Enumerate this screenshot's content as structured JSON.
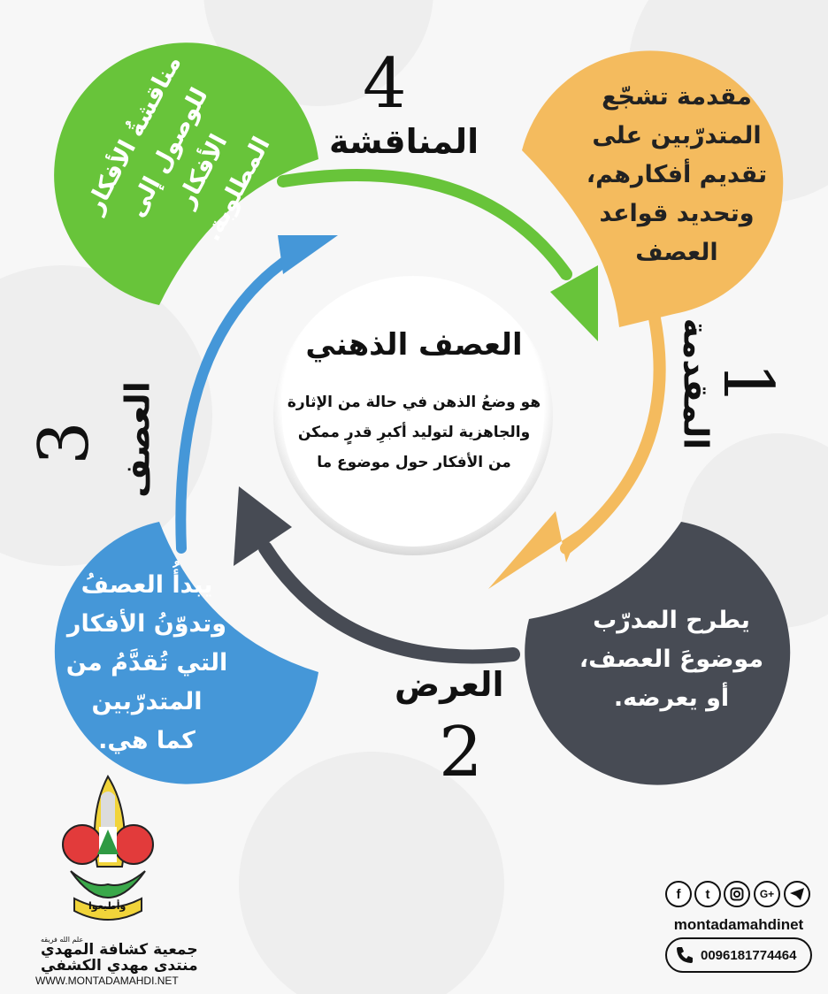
{
  "center": {
    "title": "العصف الذهني",
    "body": [
      "هو وضعُ الذهن في حالة من الإثارة",
      "والجاهزية لتوليد أكبرِ قدرٍ ممكن",
      "من الأفكار حول موضوع ما"
    ]
  },
  "steps": [
    {
      "number": "1",
      "label": "المقدمة",
      "text": "مقدمة تشجّع\nالمتدرّبين على\nتقديم أفكارهم،\nوتحديد قواعد\nالعصف",
      "color": "#f4bb5e"
    },
    {
      "number": "2",
      "label": "العرض",
      "text": "يطرح المدرّب\nموضوعَ العصف،\nأو يعرضه.",
      "color": "#474b54"
    },
    {
      "number": "3",
      "label": "العصف",
      "text": "يبدأُ العصفُ\nوتدوّنُ الأفكار\nالتي تُقدَّمُ من\nالمتدرّبين\nكما هي.",
      "color": "#4597d8"
    },
    {
      "number": "4",
      "label": "المناقشة",
      "text": "مناقشةُ الأفكار\nللوصول إلى\nالأفكار المطلوبة.",
      "color": "#68c43a"
    }
  ],
  "logo": {
    "banner_text": "وأطيعوا",
    "org_small": "علم الله فريقه",
    "org_line1": "جمعية كشافة المهدي",
    "org_line2": "منتدى مهدي الكشفي",
    "website": "WWW.MONTADAMAHDI.NET"
  },
  "contact": {
    "social_icons": [
      "facebook-icon",
      "twitter-icon",
      "instagram-icon",
      "googleplus-icon",
      "telegram-icon"
    ],
    "handle": "montadamahdinet",
    "phone": "0096181774464"
  }
}
